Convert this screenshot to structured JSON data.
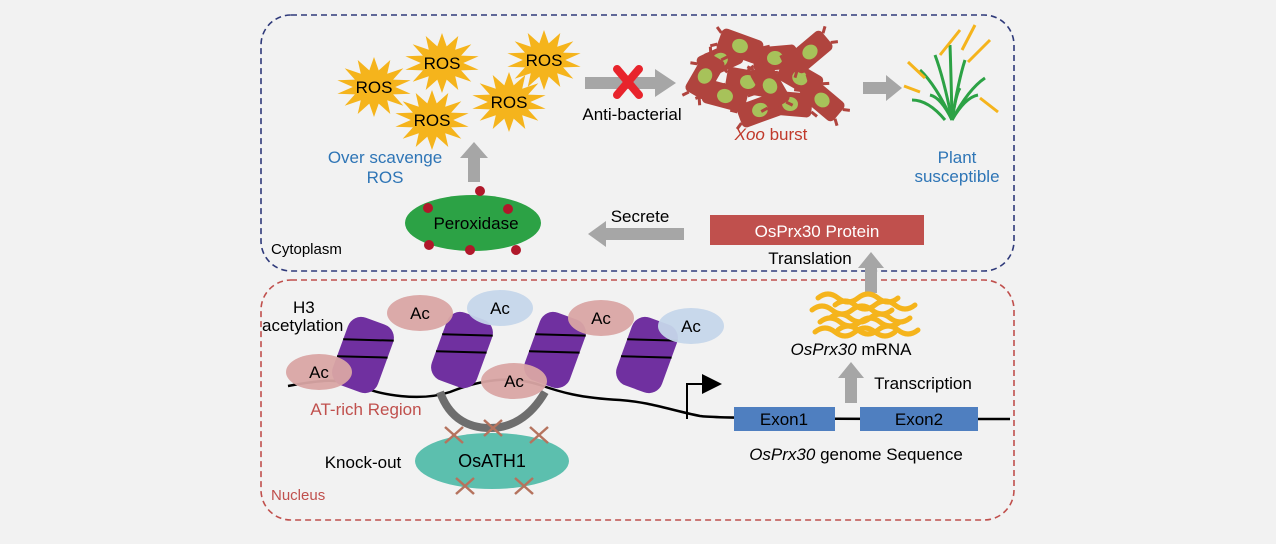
{
  "compartments": {
    "cytoplasm": "Cytoplasm",
    "nucleus": "Nucleus"
  },
  "ros": {
    "label": "ROS",
    "scavenge_line1": "Over scavenge",
    "scavenge_line2": "ROS"
  },
  "antibacterial": "Anti-bacterial",
  "xoo": {
    "italic": "Xoo",
    "rest": " burst"
  },
  "plant": {
    "line1": "Plant",
    "line2": "susceptible"
  },
  "peroxidase": "Peroxidase",
  "secrete": "Secrete",
  "protein": "OsPrx30 Protein",
  "translation": "Translation",
  "mrna": {
    "italic": "OsPrx30",
    "rest": " mRNA"
  },
  "transcription": "Transcription",
  "histone": {
    "line1": "H3",
    "line2": "acetylation"
  },
  "ac": "Ac",
  "at_rich": "AT-rich Region",
  "knockout": "Knock-out",
  "osath1": "OsATH1",
  "exon1": "Exon1",
  "exon2": "Exon2",
  "genome": {
    "italic": "OsPrx30",
    "rest": " genome Sequence"
  },
  "colors": {
    "cytoplasm_border": "#2f3a7a",
    "nucleus_border": "#c0504d",
    "ros_fill": "#f5b41c",
    "arrow_gray": "#a6a6a6",
    "red_x": "#e8242c",
    "xoo_red": "#c0392b",
    "blue_text": "#2e75b6",
    "peroxidase_green": "#2ca245",
    "protein_box": "#c0504d",
    "histone_purple": "#7030a0",
    "ac_pink": "#d9a5a4",
    "ac_blue": "#c5d6ea",
    "osath1_teal": "#5cbfae",
    "exon_blue": "#4f7fc0"
  }
}
